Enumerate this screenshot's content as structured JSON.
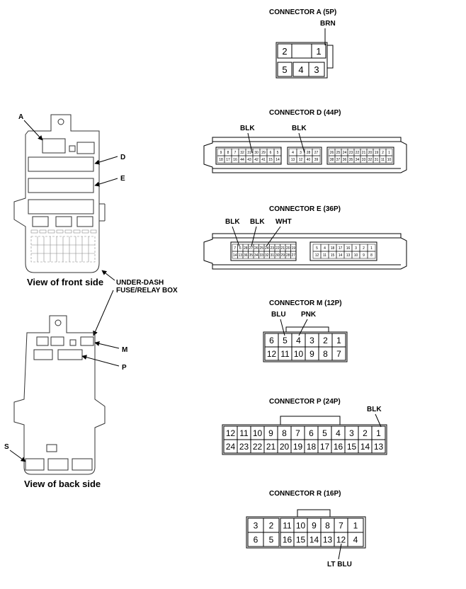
{
  "fuse_box": {
    "front_caption": "View of front side",
    "back_caption": "View of back side",
    "box_label_line1": "UNDER-DASH",
    "box_label_line2": "FUSE/RELAY BOX",
    "callouts": {
      "a": "A",
      "d": "D",
      "e": "E",
      "m": "M",
      "p": "P",
      "s": "S"
    }
  },
  "connectors": {
    "a": {
      "title": "CONNECTOR A (5P)",
      "color_label": "BRN",
      "top_row": [
        "2",
        "1"
      ],
      "bottom_row": [
        "5",
        "4",
        "3"
      ]
    },
    "d": {
      "title": "CONNECTOR D (44P)",
      "wires": [
        "BLK",
        "BLK"
      ],
      "left_top": [
        "9",
        "8",
        "7",
        "32",
        "31",
        "30",
        "29",
        "6",
        "5"
      ],
      "left_bottom": [
        "18",
        "17",
        "16",
        "44",
        "43",
        "42",
        "41",
        "15",
        "14"
      ],
      "mid_top": [
        "4",
        "3",
        "28",
        "27"
      ],
      "mid_bottom": [
        "13",
        "12",
        "40",
        "39"
      ],
      "right_top": [
        "26",
        "25",
        "24",
        "23",
        "22",
        "21",
        "20",
        "19",
        "2",
        "1"
      ],
      "right_bottom": [
        "38",
        "37",
        "36",
        "35",
        "34",
        "33",
        "32",
        "31",
        "11",
        "10"
      ]
    },
    "e": {
      "title": "CONNECTOR E (36P)",
      "wires": [
        "BLK",
        "BLK",
        "WHT"
      ],
      "left_top": [
        "7",
        "6",
        "28",
        "27",
        "26",
        "25",
        "24",
        "23",
        "22",
        "21",
        "20",
        "19"
      ],
      "left_bottom": [
        "14",
        "13",
        "36",
        "35",
        "34",
        "33",
        "32",
        "31",
        "30",
        "29",
        "28",
        "27"
      ],
      "right_top": [
        "5",
        "4",
        "18",
        "17",
        "16",
        "3",
        "2",
        "1"
      ],
      "right_bottom": [
        "12",
        "11",
        "15",
        "14",
        "13",
        "10",
        "9",
        "8"
      ]
    },
    "m": {
      "title": "CONNECTOR M (12P)",
      "wires": [
        "BLU",
        "PNK"
      ],
      "top_row": [
        "6",
        "5",
        "4",
        "3",
        "2",
        "1"
      ],
      "bottom_row": [
        "12",
        "11",
        "10",
        "9",
        "8",
        "7"
      ]
    },
    "p": {
      "title": "CONNECTOR P (24P)",
      "wire": "BLK",
      "top_row": [
        "12",
        "11",
        "10",
        "9",
        "8",
        "7",
        "6",
        "5",
        "4",
        "3",
        "2",
        "1"
      ],
      "bottom_row": [
        "24",
        "23",
        "22",
        "21",
        "20",
        "19",
        "18",
        "17",
        "16",
        "15",
        "14",
        "13"
      ]
    },
    "r": {
      "title": "CONNECTOR R (16P)",
      "wire": "LT BLU",
      "left_top": [
        "3",
        "2"
      ],
      "left_bottom": [
        "6",
        "5"
      ],
      "mid_top": [
        "11",
        "10",
        "9",
        "8",
        "7"
      ],
      "mid_bottom": [
        "16",
        "15",
        "14",
        "13",
        "12"
      ],
      "right_top": [
        "1"
      ],
      "right_bottom": [
        "4"
      ]
    }
  }
}
